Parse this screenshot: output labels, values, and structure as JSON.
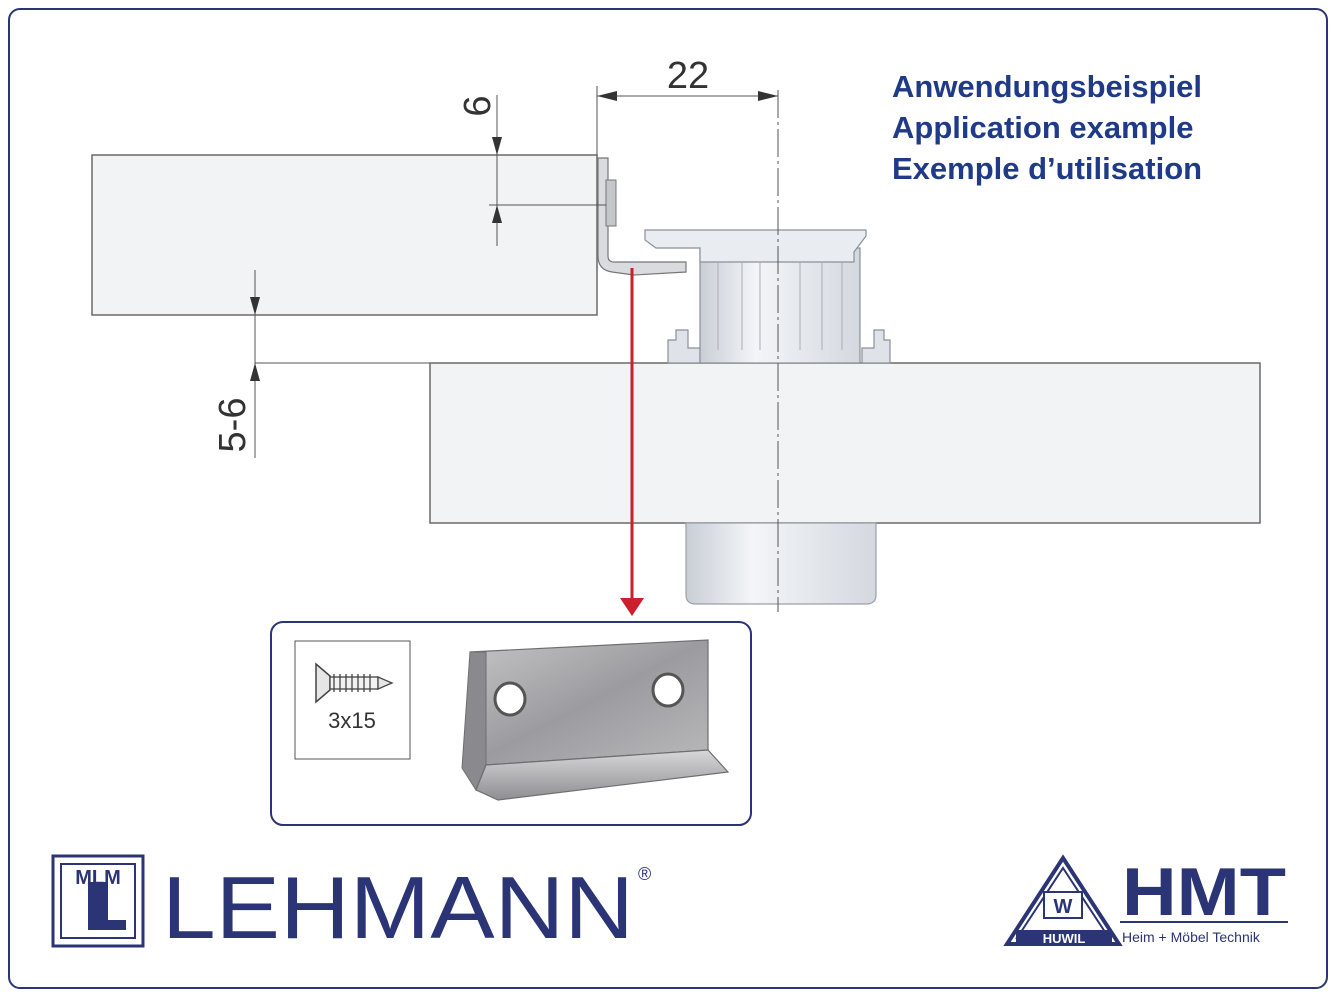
{
  "caption": {
    "line_de": "Anwendungsbeispiel",
    "line_en": "Application example",
    "line_fr": "Exemple d’utilisation"
  },
  "dimensions": {
    "width": "22",
    "plate_thickness": "6",
    "gap": "5-6"
  },
  "detail": {
    "screw_size": "3x15"
  },
  "brands": {
    "lehmann": {
      "name": "LEHMANN",
      "registered": "®",
      "monogram": "MLM"
    },
    "hmt": {
      "name": "HMT",
      "sub": "HUWIL",
      "mark": "W",
      "tagline": "Heim + Möbel Technik"
    }
  },
  "colors": {
    "navy": "#2b3475",
    "caption_blue": "#1f3a86",
    "arrow_red": "#cc1f2e",
    "board_fill": "#f2f3f5",
    "board_stroke": "#6a6a6a"
  }
}
